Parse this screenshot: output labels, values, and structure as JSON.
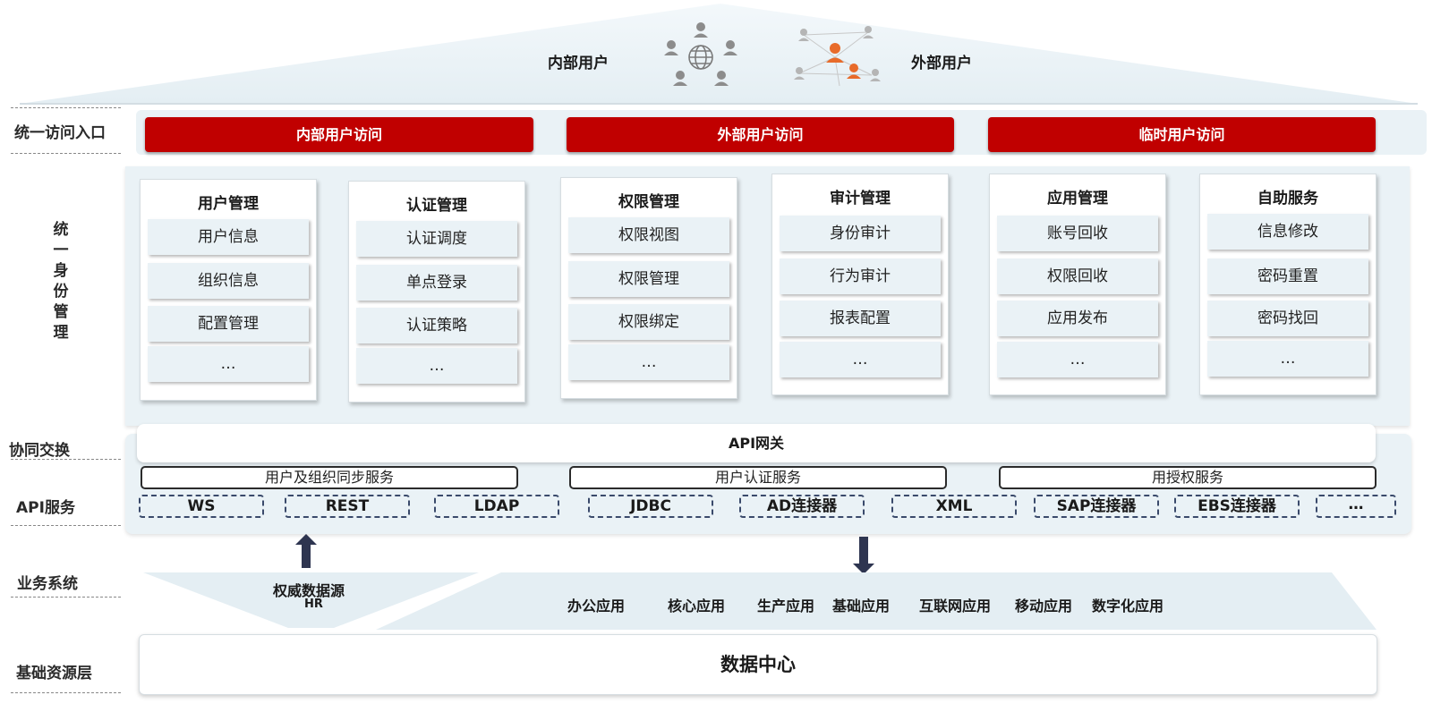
{
  "roof": {
    "internal_users": "内部用户",
    "external_users": "外部用户"
  },
  "layers": {
    "unified_entry": "统一访问入口",
    "identity_management": [
      "统",
      "一",
      "身",
      "份",
      "管",
      "理"
    ],
    "collaboration": "协同交换",
    "api_services": "API服务",
    "business_systems": "业务系统",
    "infrastructure": "基础资源层"
  },
  "access": [
    "内部用户访问",
    "外部用户访问",
    "临时用户访问"
  ],
  "modules": [
    {
      "title": "用户管理",
      "items": [
        "用户信息",
        "组织信息",
        "配置管理",
        "…"
      ]
    },
    {
      "title": "认证管理",
      "items": [
        "认证调度",
        "单点登录",
        "认证策略",
        "…"
      ]
    },
    {
      "title": "权限管理",
      "items": [
        "权限视图",
        "权限管理",
        "权限绑定",
        "…"
      ]
    },
    {
      "title": "审计管理",
      "items": [
        "身份审计",
        "行为审计",
        "报表配置",
        "…"
      ]
    },
    {
      "title": "应用管理",
      "items": [
        "账号回收",
        "权限回收",
        "应用发布",
        "…"
      ]
    },
    {
      "title": "自助服务",
      "items": [
        "信息修改",
        "密码重置",
        "密码找回",
        "…"
      ]
    }
  ],
  "gateway": "API网关",
  "services": [
    "用户及组织同步服务",
    "用户认证服务",
    "用授权服务"
  ],
  "connectors": [
    "WS",
    "REST",
    "LDAP",
    "JDBC",
    "AD连接器",
    "XML",
    "SAP连接器",
    "EBS连接器",
    "…"
  ],
  "source": {
    "title": "权威数据源",
    "subtitle": "HR"
  },
  "apps": [
    "办公应用",
    "核心应用",
    "生产应用",
    "基础应用",
    "互联网应用",
    "移动应用",
    "数字化应用"
  ],
  "datacenter": "数据中心",
  "colors": {
    "accent_red": "#c00000",
    "band_blue": "#eaf2f6",
    "arrow_navy": "#2e3550"
  }
}
